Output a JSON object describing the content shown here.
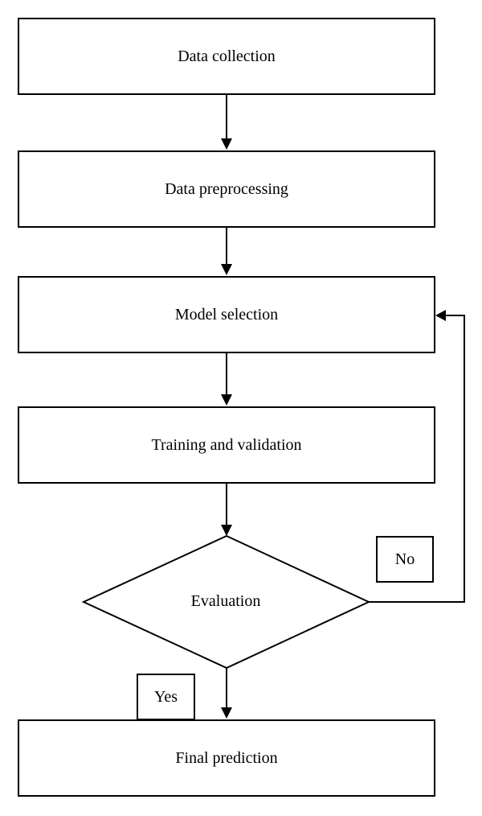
{
  "steps": {
    "data_collection": "Data collection",
    "data_preprocessing": "Data preprocessing",
    "model_selection": "Model selection",
    "training_validation": "Training and validation",
    "evaluation": "Evaluation",
    "final_prediction": "Final prediction"
  },
  "branches": {
    "no": "No",
    "yes": "Yes"
  }
}
